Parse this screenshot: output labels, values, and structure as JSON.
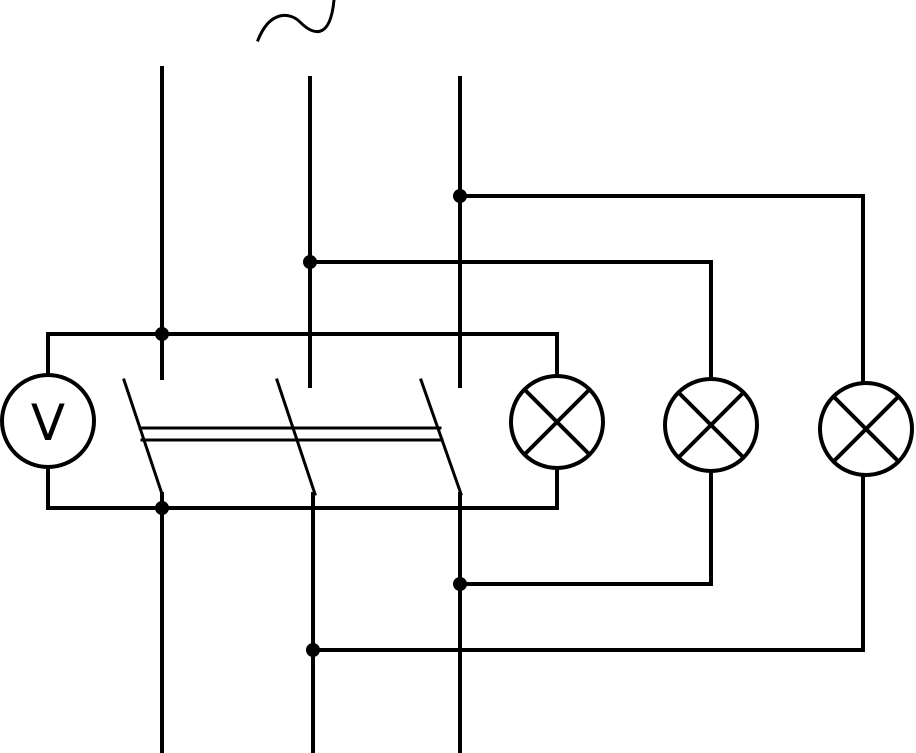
{
  "voltmeter": {
    "label": "V"
  },
  "colors": {
    "line": "#000000",
    "background": "#ffffff"
  },
  "source_symbol": "ac-tilde-icon",
  "lamp_symbol": "lamp-cross-icon",
  "lamp_count": 3,
  "phase_count": 3
}
